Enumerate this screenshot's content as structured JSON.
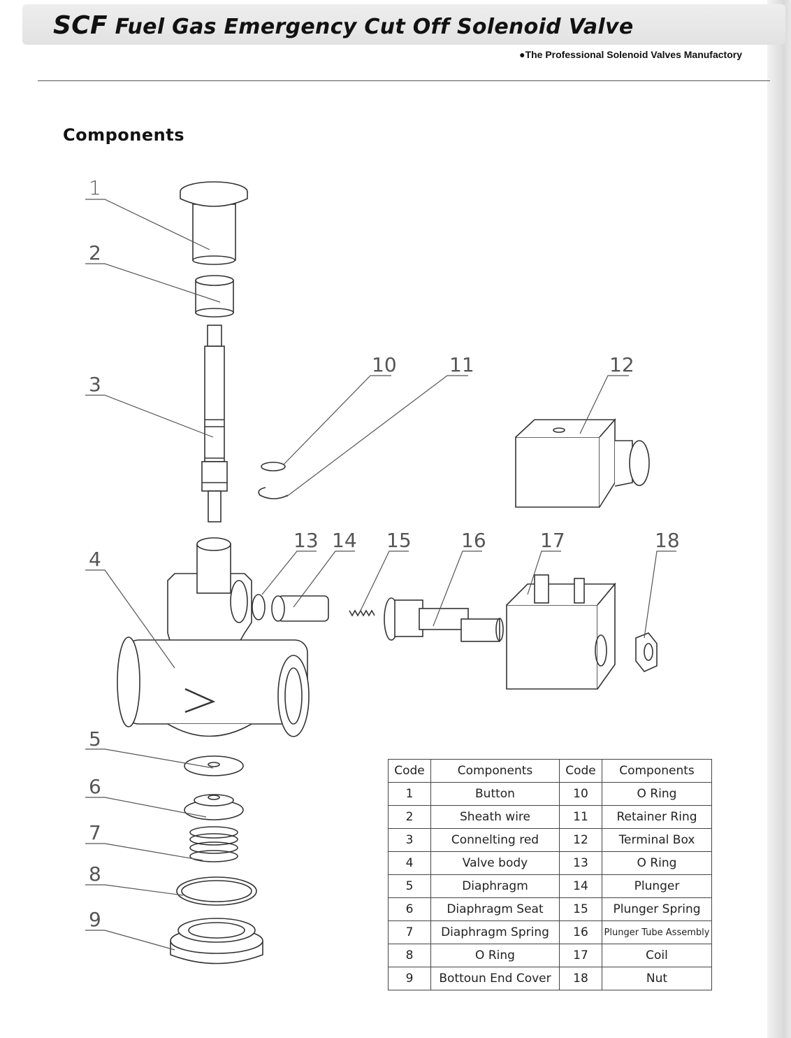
{
  "header": {
    "brand": "SCF",
    "title": "Fuel Gas Emergency Cut Off  Solenoid Valve",
    "tagline": "●The Professional Solenoid Valves Manufactory"
  },
  "section_title": "Components",
  "diagram": {
    "callouts": [
      "1",
      "2",
      "3",
      "4",
      "5",
      "6",
      "7",
      "8",
      "9",
      "10",
      "11",
      "12",
      "13",
      "14",
      "15",
      "16",
      "17",
      "18"
    ]
  },
  "table": {
    "headers": [
      "Code",
      "Components",
      "Code",
      "Components"
    ],
    "rows": [
      {
        "code1": "1",
        "comp1": "Button",
        "code2": "10",
        "comp2": "O Ring"
      },
      {
        "code1": "2",
        "comp1": "Sheath wire",
        "code2": "11",
        "comp2": "Retainer Ring"
      },
      {
        "code1": "3",
        "comp1": "Connelting red",
        "code2": "12",
        "comp2": "Terminal Box"
      },
      {
        "code1": "4",
        "comp1": "Valve body",
        "code2": "13",
        "comp2": "O Ring"
      },
      {
        "code1": "5",
        "comp1": "Diaphragm",
        "code2": "14",
        "comp2": "Plunger"
      },
      {
        "code1": "6",
        "comp1": "Diaphragm Seat",
        "code2": "15",
        "comp2": "Plunger Spring"
      },
      {
        "code1": "7",
        "comp1": "Diaphragm Spring",
        "code2": "16",
        "comp2": "Plunger Tube Assembly"
      },
      {
        "code1": "8",
        "comp1": "O Ring",
        "code2": "17",
        "comp2": "Coil"
      },
      {
        "code1": "9",
        "comp1": "Bottoun End Cover",
        "code2": "18",
        "comp2": "Nut"
      }
    ]
  }
}
